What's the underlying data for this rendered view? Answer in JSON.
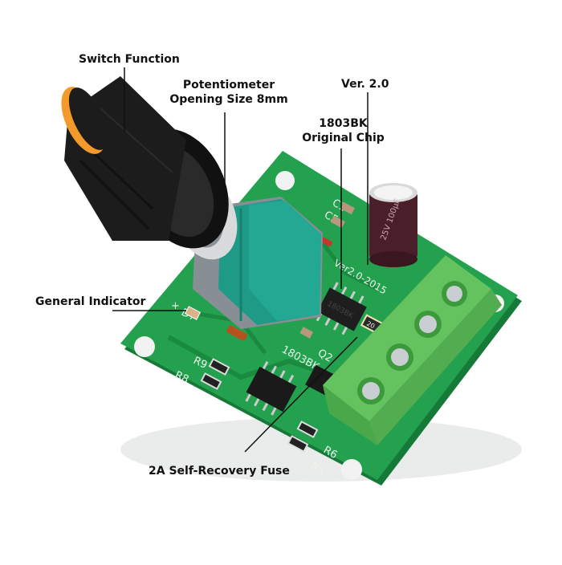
{
  "annotations": {
    "switch_function": "Switch Function",
    "potentiometer_line1": "Potentiometer",
    "potentiometer_line2": "Opening Size 8mm",
    "version": "Ver. 2.0",
    "chip_line1": "1803BK",
    "chip_line2": "Original Chip",
    "general_indicator": "General Indicator",
    "fuse": "2A Self-Recovery Fuse"
  },
  "board": {
    "silkscreen": {
      "c1": "C1",
      "c5": "C5",
      "d7": "D7",
      "r9": "R9",
      "r8": "R8",
      "r6": "R6",
      "r5": "R5",
      "q2": "Q2",
      "chip_label": "1803BK",
      "version_text": "Ver2.0-2015",
      "plus": "+"
    },
    "chip_marking": "1803BK",
    "fuse_marking": "20",
    "capacitor_marking": "25V 100µF"
  },
  "colors": {
    "pcb": "#1f9a4a",
    "pcb_dark": "#157a38",
    "terminal": "#5dbb5a",
    "pot_body": "#1f9a86",
    "knob": "#1c1c1c",
    "knob_cap": "#f39a2a",
    "capacitor": "#4a1f2a"
  }
}
